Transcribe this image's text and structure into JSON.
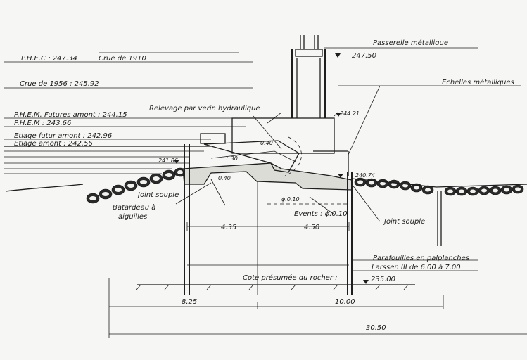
{
  "levels": {
    "phec": "P.H.E.C : 247.34",
    "crue_1910": "Crue de 1910",
    "crue_1956": "Crue de 1956 : 245.92",
    "phem_futures": "P.H.E.M. Futures amont : 244.15",
    "phem": "P.H.E.M : 243.66",
    "etiage_futur": "Etiage futur amont : 242.96",
    "etiage_amont": "Etiage amont : 242.56",
    "elev_241": "241.86",
    "elev_247": "247.50",
    "elev_244": "244.21",
    "elev_240": "240.74",
    "elev_235": "235.00"
  },
  "labels": {
    "passerelle": "Passerelle métallique",
    "echelles": "Echelles métalliques",
    "relevage": "Relevage par verin hydraulique",
    "joint_souple_left": "Joint souple",
    "batardeau": "Batardeau à",
    "aiguilles": "aiguilles",
    "joint_souple_right": "Joint souple",
    "events": "Events : ɸ.0.10",
    "parafouilles": "Parafouilles en palplanches",
    "larssen": "Larssen III de 6.00 à 7.00",
    "cote_rocher": "Cote présumée du rocher :",
    "dim_040": "0.40",
    "dim_130": "1.30",
    "small_1": "0.40",
    "small_2": "ɸ.0.10"
  },
  "dimensions": {
    "d_435": "4.35",
    "d_450": "4.50",
    "d_825": "8.25",
    "d_1000": "10.00",
    "d_3050": "30.50"
  }
}
